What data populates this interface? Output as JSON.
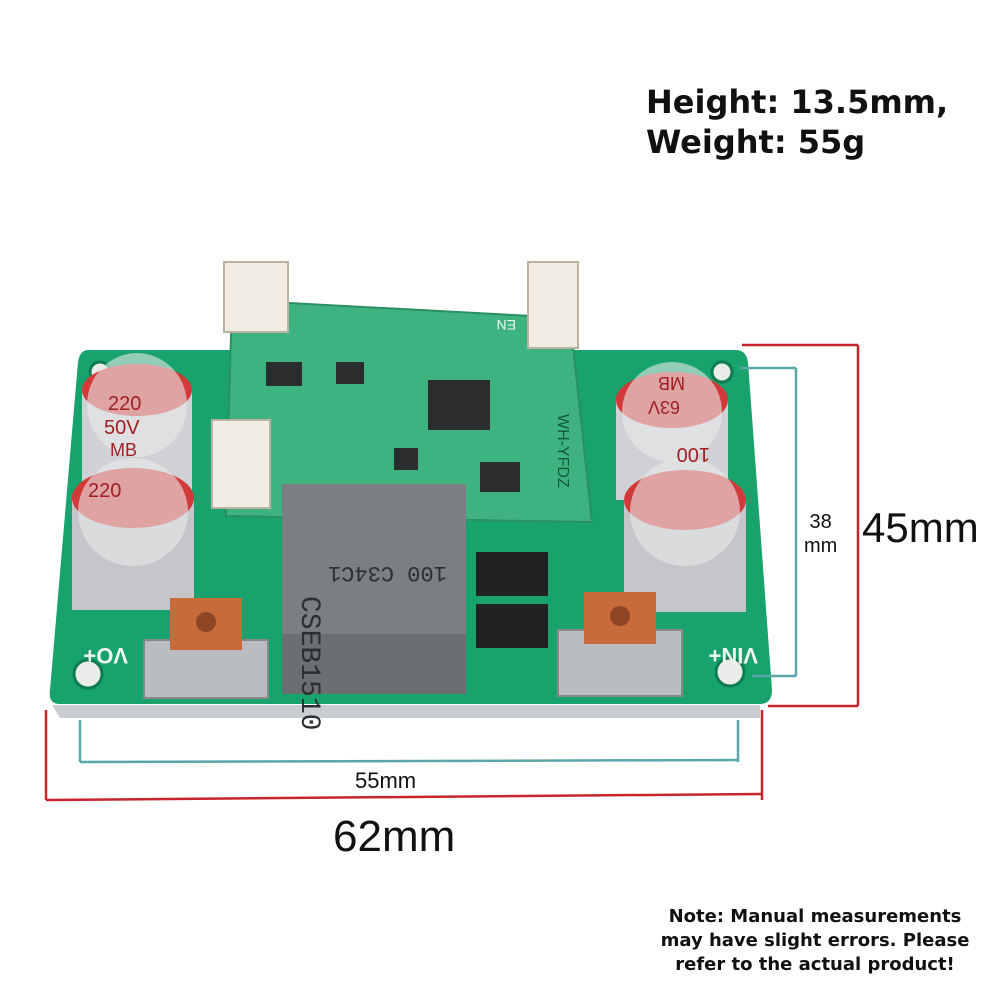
{
  "specs": {
    "height": "Height: 13.5mm,",
    "weight": "Weight: 55g"
  },
  "dimensions": {
    "outer_width": "62mm",
    "inner_width": "55mm",
    "outer_height": "45mm",
    "inner_height_value": "38",
    "inner_height_unit": "mm"
  },
  "note": {
    "line1": "Note: Manual measurements",
    "line2": "may have slight errors. Please",
    "line3": "refer to the actual product!"
  },
  "board": {
    "inductor_line1": "CSEB1510",
    "inductor_line2": "100 C34C1",
    "cap_left_line1": "220",
    "cap_left_line2": "50V",
    "cap_left_line3": "MB",
    "cap_right_line1": "100",
    "cap_right_line2": "63V",
    "cap_right_line3": "MB",
    "label_out": "VO+",
    "label_in": "VIN+",
    "label_sub": "WH-YFDZ",
    "label_en": "EN"
  },
  "colors": {
    "pcb": "#17a36b",
    "subboard": "#3fb37f",
    "dim_red": "#c8242b",
    "dim_teal": "#5aa6a8",
    "cap_red": "#d23a3a",
    "inductor": "#6b6e72"
  }
}
